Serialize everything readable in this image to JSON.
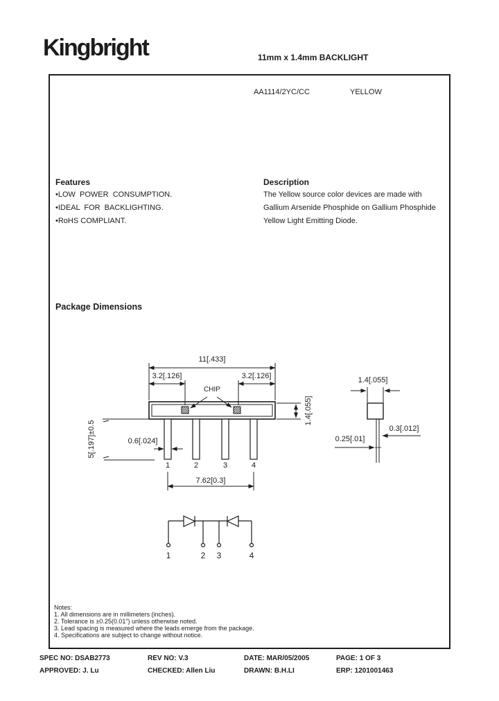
{
  "header": {
    "logo": "Kingbright",
    "title": "11mm x 1.4mm BACKLIGHT"
  },
  "part": {
    "number": "AA1114/2YC/CC",
    "color": "YELLOW"
  },
  "features": {
    "heading": "Features",
    "items": [
      "•LOW  POWER  CONSUMPTION.",
      "•IDEAL  FOR  BACKLIGHTING.",
      "•RoHS COMPLIANT."
    ]
  },
  "description": {
    "heading": "Description",
    "lines": [
      "The Yellow source color devices are made with",
      "Gallium Arsenide Phosphide on Gallium Phosphide",
      "Yellow Light Emitting Diode."
    ]
  },
  "package_dimensions": {
    "heading": "Package Dimensions",
    "front_view": {
      "dim_width": "11[.433]",
      "dim_chip_left": "3.2[.126]",
      "dim_chip_right": "3.2[.126]",
      "chip_label": "CHIP",
      "dim_height": "1.4[.055]",
      "dim_lead_length": "5[.197]±0.5",
      "dim_lead_width": "0.6[.024]",
      "dim_pin_span": "7.62[0.3]",
      "pin_labels": [
        "1",
        "2",
        "3",
        "4"
      ]
    },
    "side_view": {
      "dim_width": "1.4[.055]",
      "dim_standoff": "0.3[.012]",
      "dim_lead_thickness": "0.25[.01]"
    },
    "schematic": {
      "pin_labels": [
        "1",
        "2",
        "3",
        "4"
      ]
    }
  },
  "notes": {
    "heading": "Notes:",
    "items": [
      "1. All dimensions are in millimeters (inches).",
      "2. Tolerance is ±0.25(0.01\") unless otherwise noted.",
      "3. Lead spacing is measured where the leads emerge from the package.",
      "4. Specifications are subject to change without notice."
    ]
  },
  "footer": {
    "spec_no": "SPEC NO: DSAB2773",
    "rev_no": "REV NO: V.3",
    "date": "DATE: MAR/05/2005",
    "page": "PAGE: 1 OF 3",
    "approved": "APPROVED: J. Lu",
    "checked": "CHECKED: Allen Liu",
    "drawn": "DRAWN: B.H.LI",
    "erp": "ERP: 1201001463"
  }
}
